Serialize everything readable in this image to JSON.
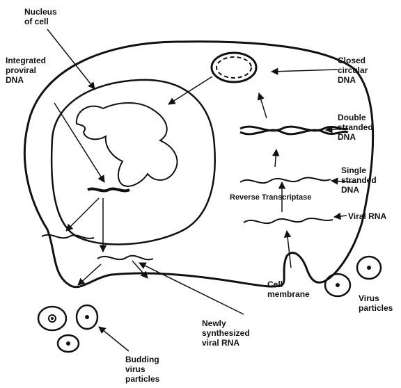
{
  "labels": {
    "nucleus": "Nucleus\nof cell",
    "integrated": "Integrated\nproviral\nDNA",
    "closed": "Closed\ncircular\nDNA",
    "double": "Double\nstranded\nDNA",
    "single": "Single\nstranded\nDNA",
    "reverse": "Reverse Transcriptase",
    "viral_rna": "Viral RNA",
    "cell_membrane": "Cell\nmembrane",
    "virus_particles": "Virus\nparticles",
    "newly": "Newly\nsynthesized\nviral RNA",
    "budding": "Budding\nvirus\nparticles"
  }
}
